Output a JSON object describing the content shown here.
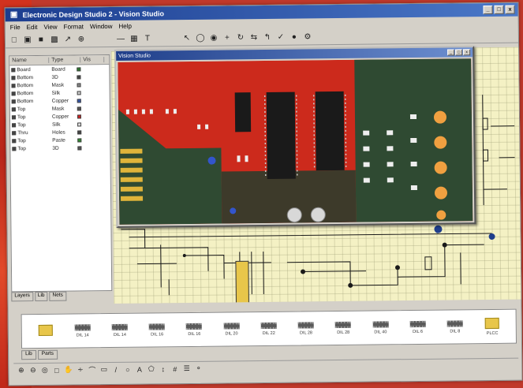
{
  "window": {
    "title": "Electronic Design Studio 2 - Vision Studio"
  },
  "menu": [
    "File",
    "Edit",
    "View",
    "Format",
    "Window",
    "Help"
  ],
  "toolbar_icons": [
    "new-icon",
    "open-icon",
    "save-icon",
    "print-icon",
    "pointer-icon",
    "zoom-icon",
    "wire-icon",
    "component-icon",
    "text-icon",
    "arrow-icon",
    "pad-icon",
    "via-icon",
    "plus-icon",
    "rotate-icon",
    "mirror-icon",
    "route-icon",
    "check-icon",
    "drc-icon"
  ],
  "layer_panel": {
    "headers": [
      "Name",
      "Type",
      "Vis"
    ],
    "rows": [
      {
        "name": "Board",
        "type": "Board",
        "color": "#2b7a2b"
      },
      {
        "name": "Bottom",
        "type": "3D",
        "color": "#444444"
      },
      {
        "name": "Bottom",
        "type": "Mask",
        "color": "#888888"
      },
      {
        "name": "Bottom",
        "type": "Silk",
        "color": "#cccccc"
      },
      {
        "name": "Bottom",
        "type": "Copper",
        "color": "#3355aa"
      },
      {
        "name": "Top",
        "type": "Mask",
        "color": "#555555"
      },
      {
        "name": "Top",
        "type": "Copper",
        "color": "#cc2222"
      },
      {
        "name": "Top",
        "type": "Silk",
        "color": "#dddddd"
      },
      {
        "name": "Thru",
        "type": "Holes",
        "color": "#444444"
      },
      {
        "name": "Top",
        "type": "Paste",
        "color": "#2e8b2e"
      },
      {
        "name": "Top",
        "type": "3D",
        "color": "#555555"
      }
    ]
  },
  "left_tabs": [
    "Layers",
    "Lib",
    "Nets"
  ],
  "pcb_window": {
    "title": "Vision Studio"
  },
  "components": [
    {
      "label": "",
      "yellow": true
    },
    {
      "label": "DIL 14",
      "yellow": false
    },
    {
      "label": "DIL 14",
      "yellow": false
    },
    {
      "label": "DIL 16",
      "yellow": false
    },
    {
      "label": "DIL 16",
      "yellow": false
    },
    {
      "label": "DIL 20",
      "yellow": false
    },
    {
      "label": "DIL 22",
      "yellow": false
    },
    {
      "label": "DIL 28",
      "yellow": false
    },
    {
      "label": "DIL 28",
      "yellow": false
    },
    {
      "label": "DIL 40",
      "yellow": false
    },
    {
      "label": "DIL 6",
      "yellow": false
    },
    {
      "label": "DIL 8",
      "yellow": false
    },
    {
      "label": "PLCC",
      "yellow": true
    }
  ],
  "bottom_tabs": [
    "Lib",
    "Parts"
  ],
  "bottom_toolbar_icons": [
    "zoom-in-icon",
    "zoom-out-icon",
    "zoom-fit-icon",
    "select-icon",
    "pan-icon",
    "wire-icon",
    "arc-icon",
    "rect-icon",
    "line-icon",
    "circle-icon",
    "text-icon",
    "polygon-icon",
    "measure-icon",
    "grid-icon",
    "layer-icon",
    "net-icon"
  ],
  "colors": {
    "pcb_red": "#cc2a1c",
    "pcb_green": "#2f4a32",
    "pad_orange": "#f0a040",
    "chip_black": "#1a1a1a",
    "schematic_bg": "#f4f1c4"
  }
}
